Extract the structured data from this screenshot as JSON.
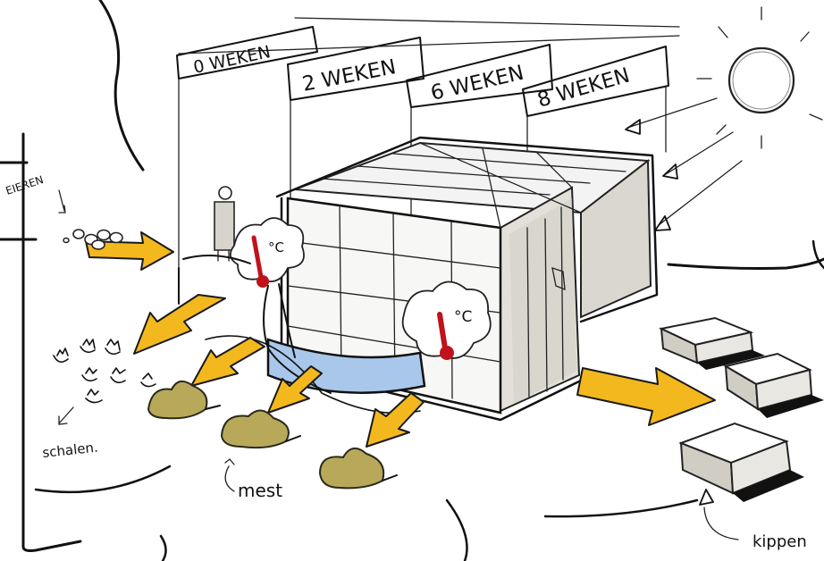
{
  "stages": [
    "0 WEKEN",
    "2 WEKEN",
    "6 WEKEN",
    "8 WEKEN"
  ],
  "labels": {
    "eggs": "EIEREN",
    "shells": "schalen.",
    "manure": "mest",
    "chickens": "kippen"
  },
  "thermometer_unit": "°C",
  "colors": {
    "arrow_fill": "#f3b81e",
    "manure_fill": "#b8a95a",
    "water_blue": "#a9c7ea",
    "thermometer_red": "#c0121a",
    "ink": "#111111"
  }
}
